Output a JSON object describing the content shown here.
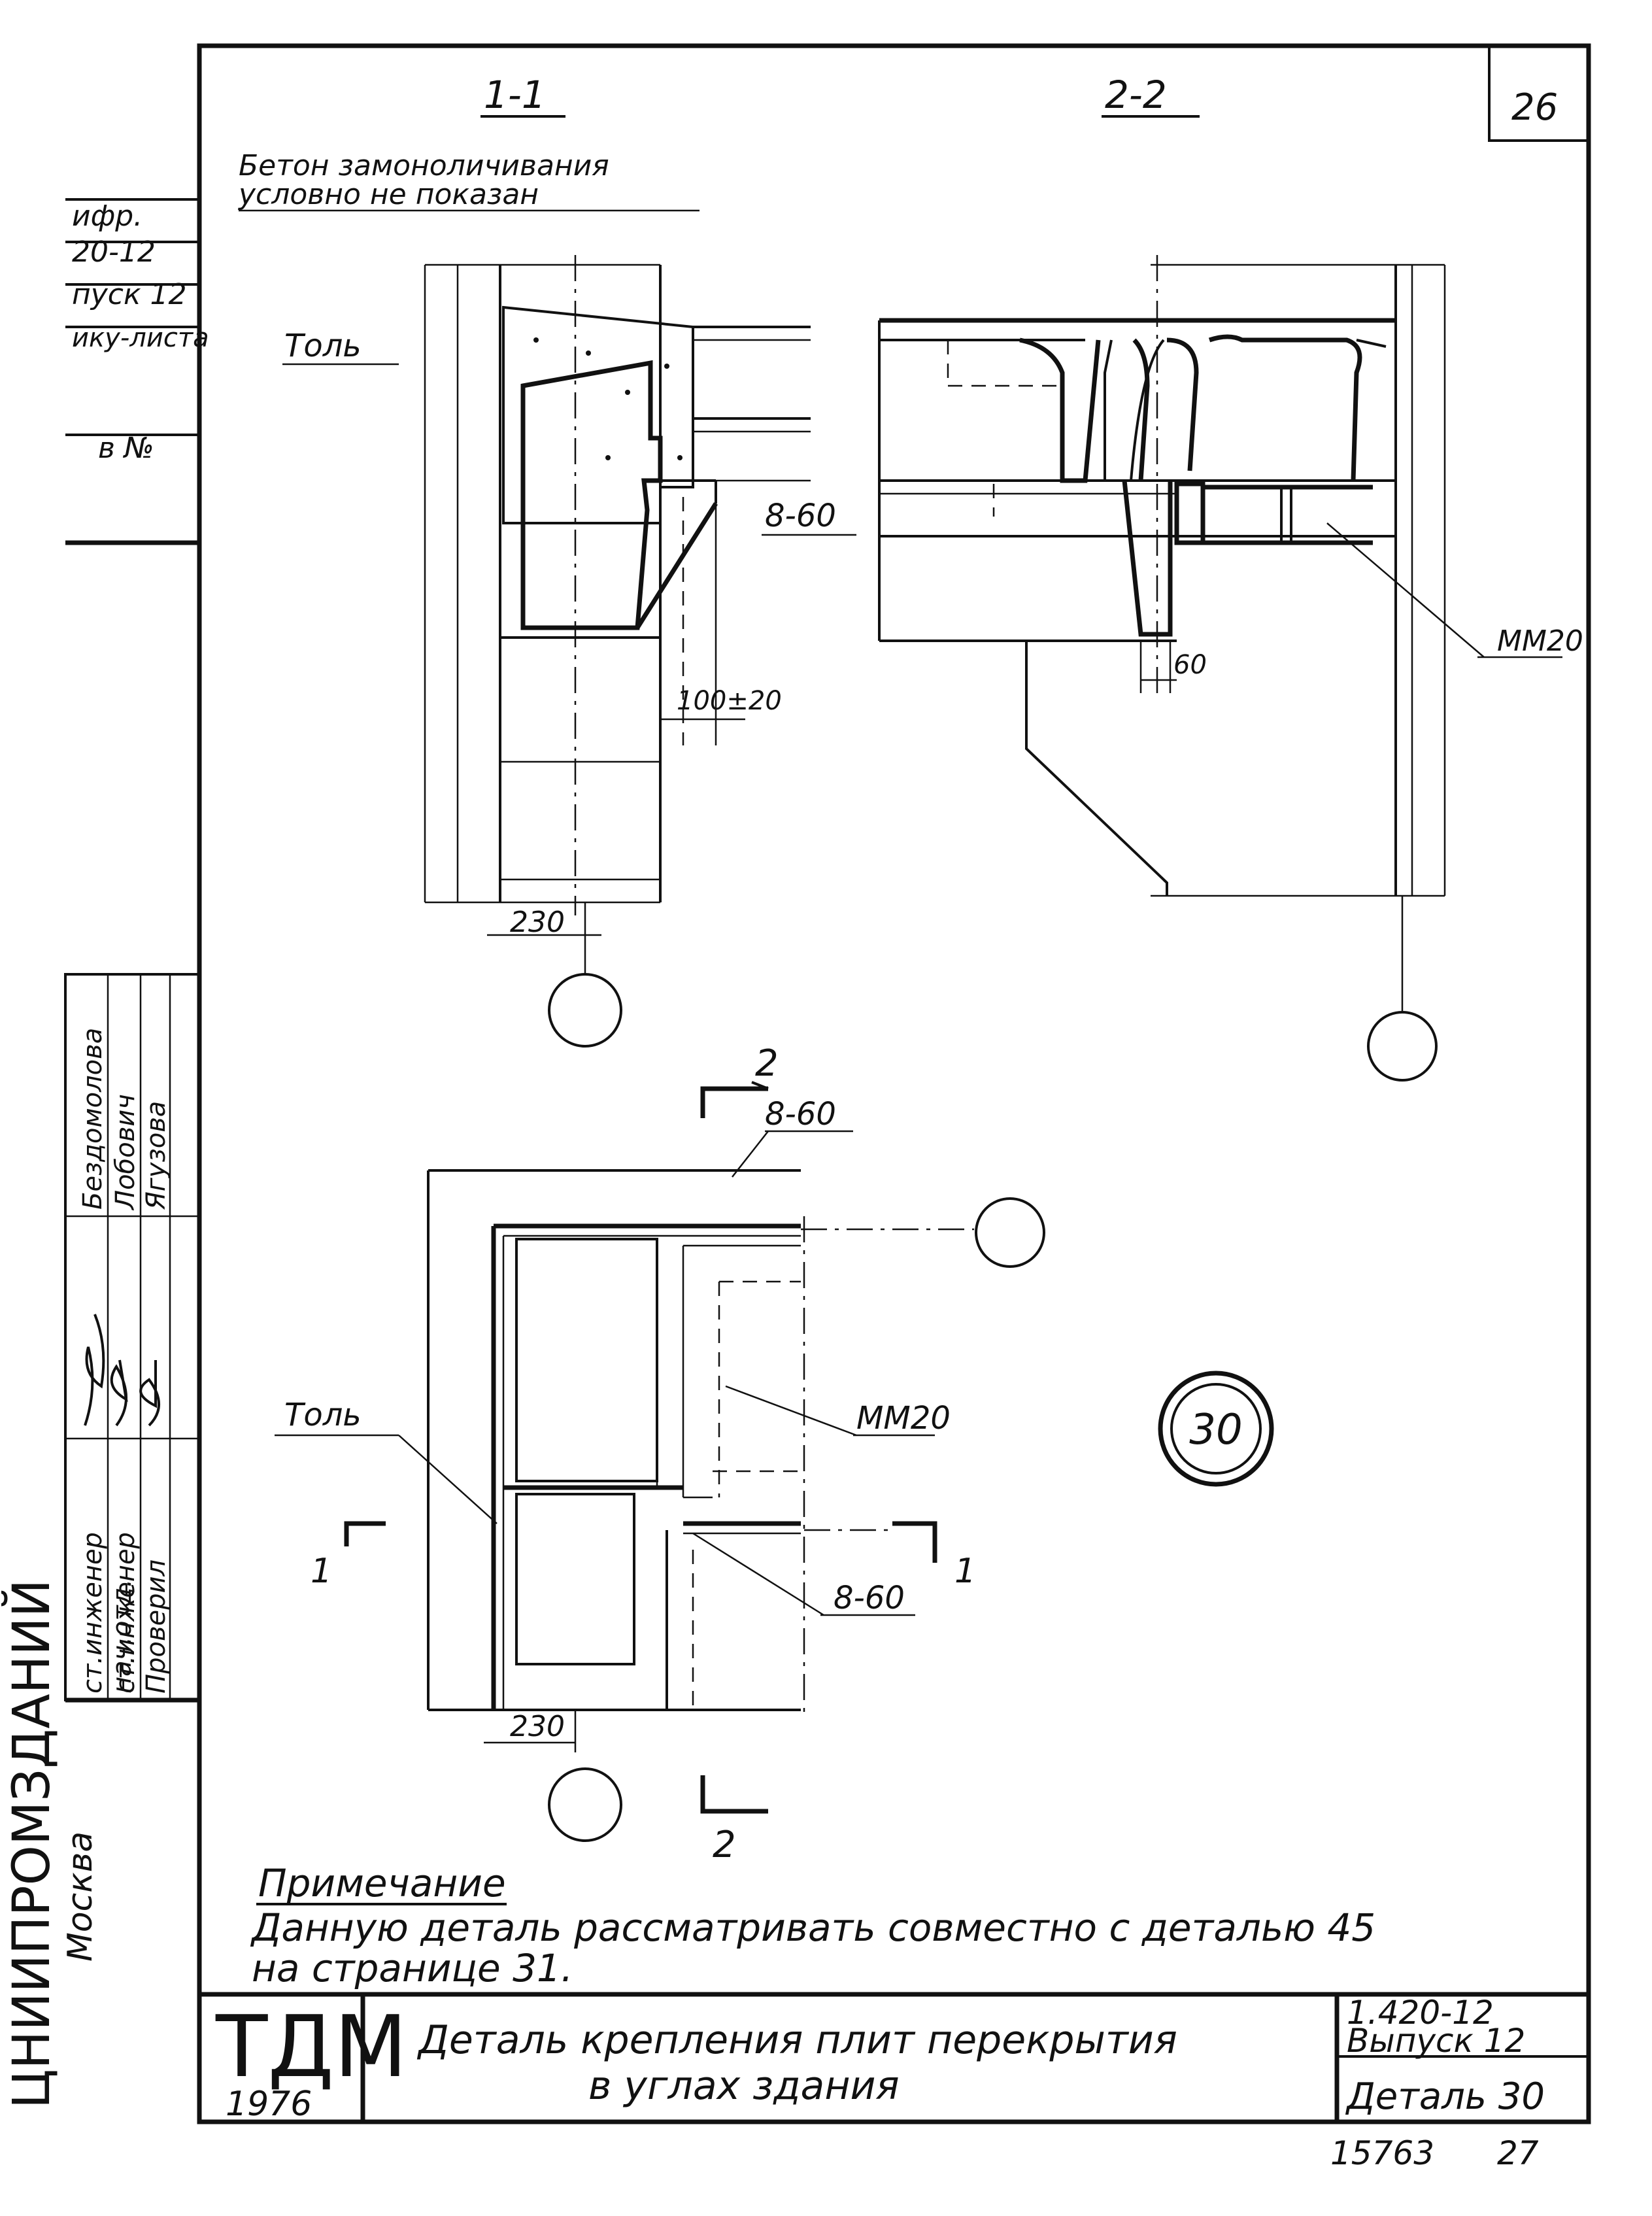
{
  "sheet": {
    "sheet_number": "26",
    "bottom_code": "15763",
    "bottom_page": "27"
  },
  "sections": {
    "section_1": "1-1",
    "section_2": "2-2",
    "concrete_note_line1": "Бетон замоноличивания",
    "concrete_note_line2": "условно не показан",
    "tol_top": "Толь",
    "tol_bottom": "Толь",
    "weld_top": "8-60",
    "dim_100": "100±20",
    "dim_230_top": "230",
    "dim_60": "60",
    "mm20_top": "ММ20",
    "marker_2_top": "2",
    "weld_plan_top": "8-60",
    "mm20_plan": "ММ20",
    "marker_1_left": "1",
    "marker_1_right": "1",
    "weld_plan_bottom": "8-60",
    "dim_230_bottom": "230",
    "marker_2_bottom": "2",
    "detail_number": "30"
  },
  "note": {
    "heading": "Примечание",
    "line1": "Данную деталь рассматривать совместно с деталью 45",
    "line2": "на странице 31."
  },
  "title_block": {
    "logo": "ТДМ",
    "year": "1976",
    "title_line1": "Деталь крепления плит перекрытия",
    "title_line2": "в углах здания",
    "series": "1.420-12",
    "issue": "Выпуск 12",
    "detail": "Деталь 30"
  },
  "left_stamp": {
    "code1": "ифр.",
    "code2": "20-12",
    "code3": "пуск 12",
    "code4": "ику-листа",
    "code5": "в №",
    "org": "ЦНИИПРОМЗДАНИЙ",
    "city": "Москва",
    "roles": [
      "нач.отд.",
      "ст.инженер",
      "ст.инженер",
      "Проверил"
    ],
    "names": [
      "Бездомолова",
      "Лобович",
      "Ягузова"
    ]
  }
}
